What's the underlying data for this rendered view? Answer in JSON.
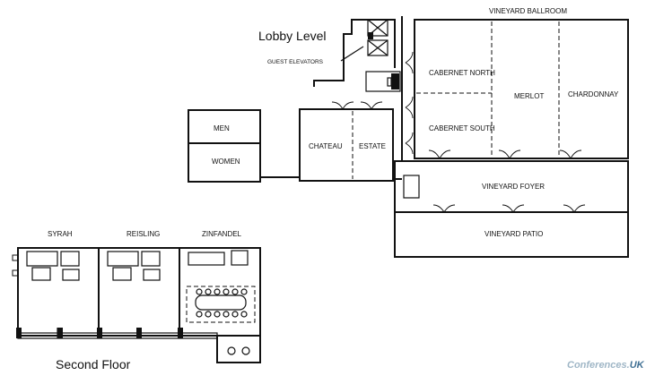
{
  "levels": {
    "lobby": "Lobby Level",
    "second": "Second Floor"
  },
  "labels": {
    "guest_elevators": "GUEST ELEVATORS",
    "vineyard_ballroom": "VINEYARD BALLROOM",
    "cabernet_north": "CABERNET NORTH",
    "cabernet_south": "CABERNET SOUTH",
    "merlot": "MERLOT",
    "chardonnay": "CHARDONNAY",
    "men": "MEN",
    "women": "WOMEN",
    "chateau": "CHATEAU",
    "estate": "ESTATE",
    "vineyard_foyer": "VINEYARD FOYER",
    "vineyard_patio": "VINEYARD PATIO",
    "syrah": "SYRAH",
    "reisling": "REISLING",
    "zinfandel": "ZINFANDEL"
  },
  "watermark": {
    "prefix": "Conferences",
    "suffix": "UK",
    "color_prefix": "#9fb6c6",
    "color_suffix": "#3f6f93"
  }
}
